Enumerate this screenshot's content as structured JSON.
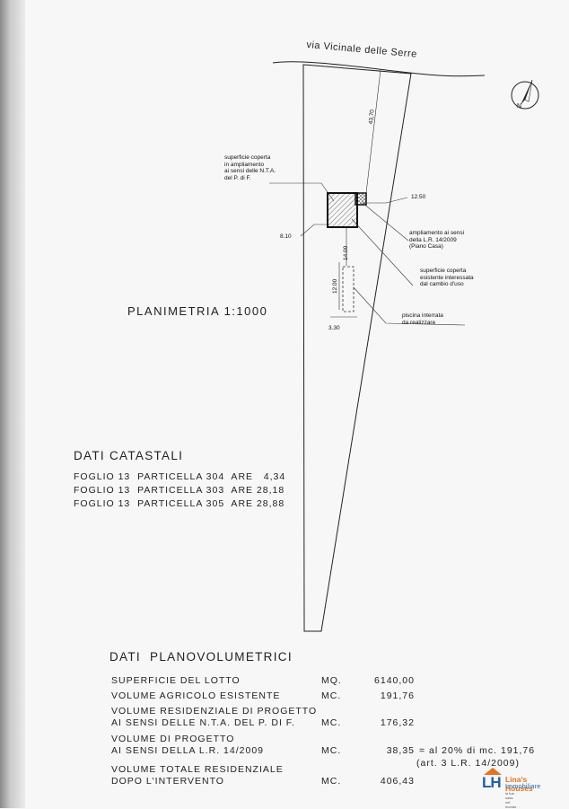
{
  "map": {
    "road_name": "via Vicinale delle Serre",
    "plan_title": "PLANIMETRIA 1:1000",
    "dimensions": {
      "d_43_70": "43,70",
      "d_12_50": "12.50",
      "d_8_10": "8.10",
      "d_14_00": "14.00",
      "d_12_00": "12.00",
      "d_3_30": "3.30"
    },
    "annotations": {
      "covered_area": [
        "superficie coperta",
        "in ampliamento",
        "ai sensi delle N.T.A.",
        "del P. di F."
      ],
      "expansion": [
        "ampliamento ai sensi",
        "della L.R. 14/2009",
        "(Piano Casa)"
      ],
      "existing": [
        "superficie coperta",
        "esistente interessata",
        "dal cambio d'uso"
      ],
      "pool": [
        "piscina interrata",
        "da realizzare"
      ]
    }
  },
  "cadastral": {
    "title": "DATI CATASTALI",
    "rows": [
      "FOGLIO 13  PARTICELLA 304  ARE   4,34",
      "FOGLIO 13  PARTICELLA 303  ARE 28,18",
      "FOGLIO 13  PARTICELLA 305  ARE 28,88"
    ]
  },
  "planovolumetric": {
    "title": "DATI  PLANOVOLUMETRICI",
    "rows": [
      {
        "label1": "SUPERFICIE DEL LOTTO",
        "label2": "",
        "unit": "MQ.",
        "value": "6140,00",
        "note1": "",
        "note2": ""
      },
      {
        "label1": "VOLUME AGRICOLO ESISTENTE",
        "label2": "",
        "unit": "MC.",
        "value": "191,76",
        "note1": "",
        "note2": ""
      },
      {
        "label1": "VOLUME RESIDENZIALE DI PROGETTO",
        "label2": "AI SENSI DELLE N.T.A. DEL P. DI F.",
        "unit": "MC.",
        "value": "176,32",
        "note1": "",
        "note2": ""
      },
      {
        "label1": "VOLUME DI PROGETTO",
        "label2": "AI SENSI DELLA L.R. 14/2009",
        "unit": "MC.",
        "value": "38,35",
        "note1": "= al 20% di mc. 191,76",
        "note2": "(art. 3 L.R. 14/2009)"
      },
      {
        "label1": "VOLUME TOTALE RESIDENZIALE",
        "label2": "DOPO L'INTERVENTO",
        "unit": "MC.",
        "value": "406,43",
        "note1": "",
        "note2": ""
      }
    ]
  },
  "logo": {
    "mark": "LH",
    "name": "Lina's Houses",
    "sub": "Immobiliare",
    "tagline": "la tua casa nel mondo"
  },
  "colors": {
    "logo_blue": "#1f5fae",
    "logo_orange": "#e8731a"
  }
}
